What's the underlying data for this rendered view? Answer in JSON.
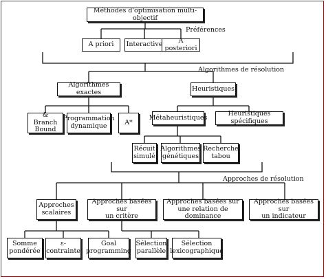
{
  "diagram": {
    "nodes": {
      "root": "Méthodes d'optimisation multi-objectif",
      "a_priori": "A priori",
      "interactive": "Interactive",
      "a_posteriori": "A posteriori",
      "algorithmes_exacts": "Algorithmes exactes",
      "heuristiques": "Heuristiques",
      "branch_bound": "& Branch\nBound",
      "programmation_dynamique": "Programmation\ndynamique",
      "a_star": "A*",
      "metaheuristiques": "Métaheuristiques",
      "heuristiques_specifiques": "Heuristiques spécifiques",
      "recuit_simule": "Récuit\nsimulé",
      "algorithmes_genetiques": "Algorithmes\ngénétiques",
      "recherche_tabou": "Recherche\ntabou",
      "approches_scalaires": "Approches\nscalaires",
      "approches_critere": "Approches basées sur\nun critère",
      "approches_dominance": "Approches basées sur\nune relation de dominance",
      "approches_indicateur": "Approches basées sur\nun indicateur",
      "somme_ponderee": "Somme\npondérée",
      "e_contrainte": "ε-contrainte",
      "goal_programming": "Goal\nprogramming",
      "selection_parallele": "Sélection\nparallèle",
      "selection_lexicographique": "Sélection\nlexicographique"
    },
    "labels": {
      "preferences": "Préférences",
      "algorithmes_resolution": "Algorithmes de résolution",
      "approches_resolution": "Approches de résolution"
    }
  }
}
